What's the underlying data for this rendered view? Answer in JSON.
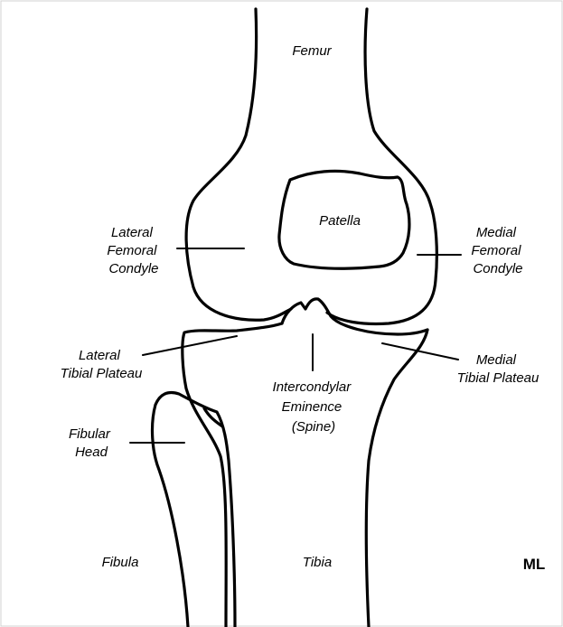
{
  "labels": {
    "femur": "Femur",
    "patella": "Patella",
    "lateral_femoral_condyle": [
      "Lateral",
      "Femoral",
      "Condyle"
    ],
    "medial_femoral_condyle": [
      "Medial",
      "Femoral",
      "Condyle"
    ],
    "lateral_tibial_plateau": [
      "Lateral",
      "Tibial Plateau"
    ],
    "medial_tibial_plateau": [
      "Medial",
      "Tibial Plateau"
    ],
    "intercondylar_eminence": [
      "Intercondylar",
      "Eminence",
      "(Spine)"
    ],
    "fibular_head": [
      "Fibular",
      "Head"
    ],
    "fibula": "Fibula",
    "tibia": "Tibia",
    "initials": "ML"
  }
}
